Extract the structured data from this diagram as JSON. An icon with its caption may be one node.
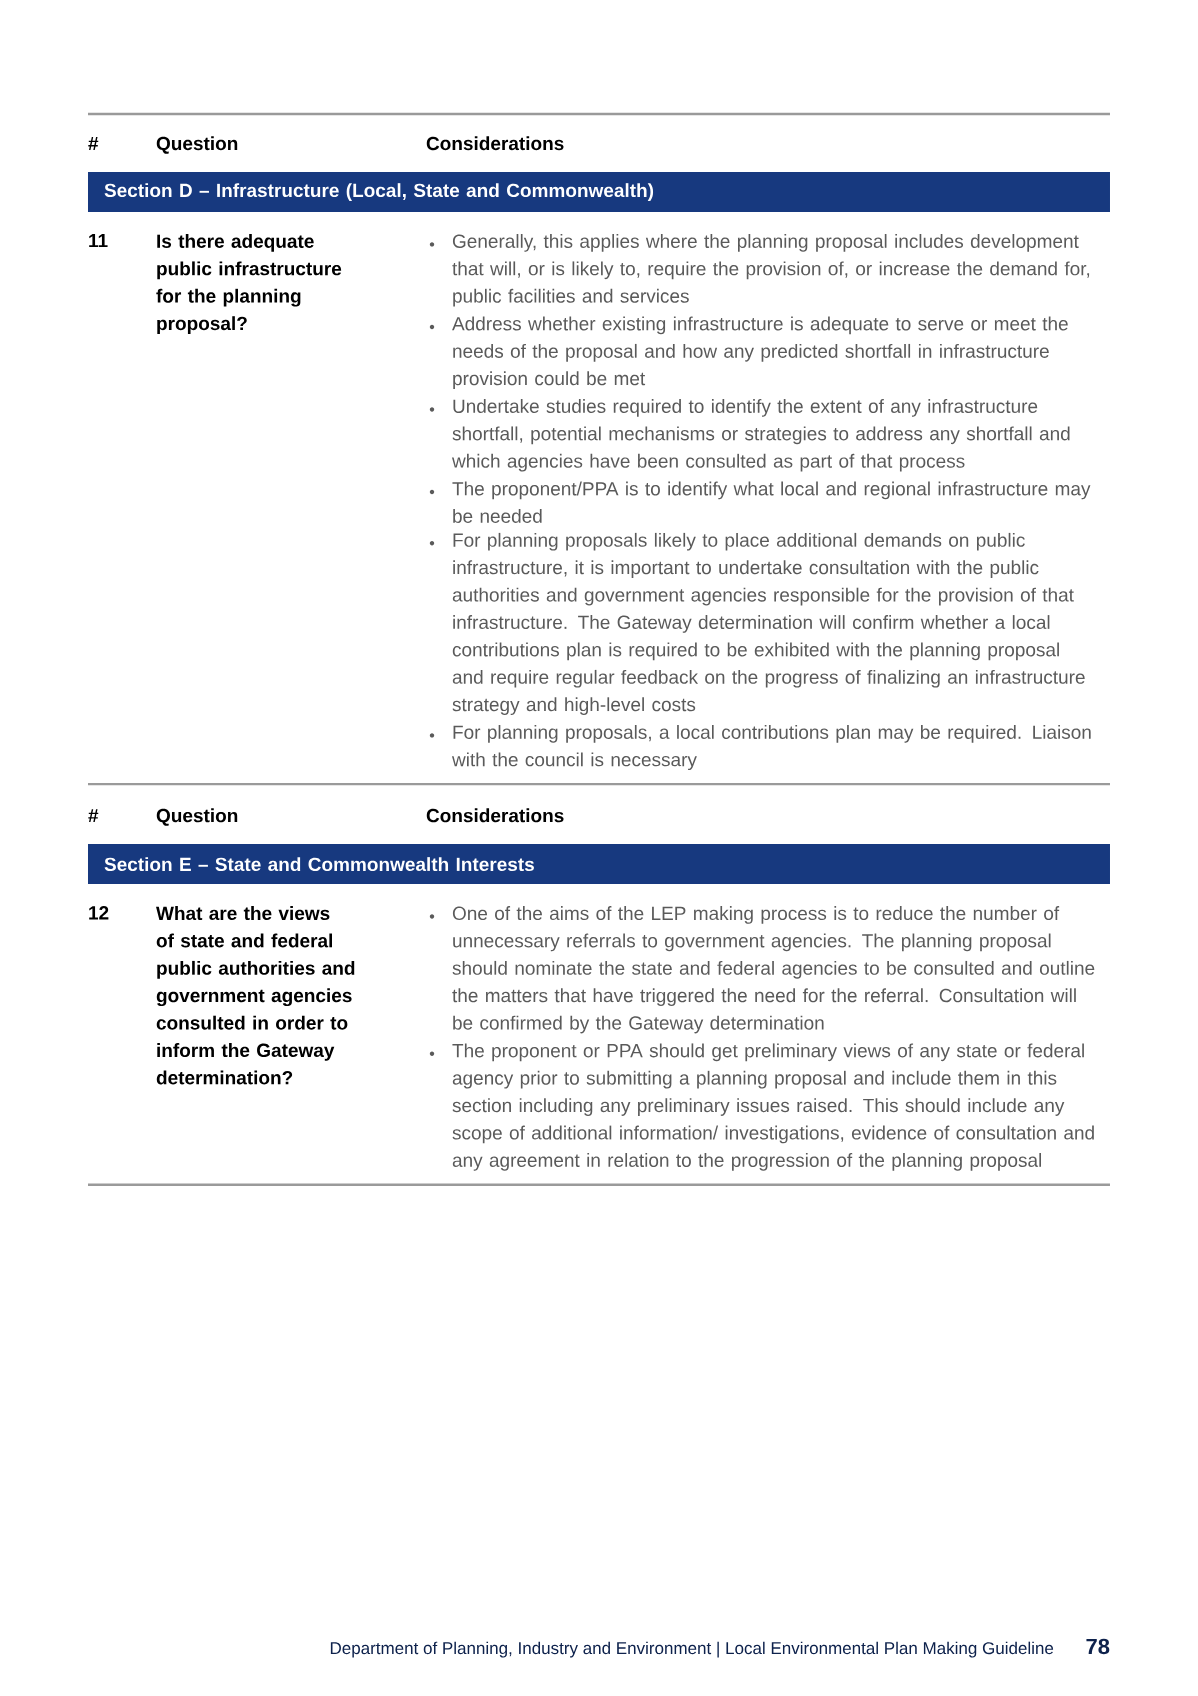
{
  "diagram": {
    "nodes": [
      {
        "text": [
          "Section D – Infrastructure (Local, State and Commonwealth)"
        ]
      },
      {
        "text": [
          "Section E – State and Commonwealth Interests"
        ]
      }
    ],
    "labels": [
      "#",
      "Question",
      "Considerations",
      "11",
      "Is there adequate public infrastructure for the planning proposal?",
      "Generally, this applies where the planning proposal includes development that will, or is likely to, require the provision of, or increase the demand for, public facilities and services",
      "Address whether existing infrastructure is adequate to serve or meet the needs of the proposal and how any predicted shortfall in infrastructure provision could be met",
      "Undertake studies required to identify the extent of any infrastructure shortfall, potential mechanisms or strategies to address any shortfall and which agencies have been consulted as part of that process",
      "The proponent/PPA is to identify what local and regional infrastructure may be needed",
      "For planning proposals likely to place additional demands on public infrastructure, it is important to undertake consultation with the public authorities and government agencies responsible for the provision of that infrastructure. The Gateway determination will confirm whether a local contributions plan is required to be exhibited with the planning proposal and require regular feedback on the progress of finalizing an infrastructure strategy and high-level costs",
      "For planning proposals, a local contributions plan may be required. Liaison with the council is necessary",
      "#",
      "Question",
      "Considerations",
      "12",
      "What are the views of state and federal public authorities and government agencies consulted in order to inform the Gateway determination?",
      "One of the aims of the LEP making process is to reduce the number of unnecessary referrals to government agencies. The planning proposal should nominate the state and federal agencies to be consulted and outline the matters that have triggered the need for the referral. Consultation will be confirmed by the Gateway determination",
      "The proponent or PPA should get preliminary views of any state or federal agency prior to submitting a planning proposal and include them in this section including any preliminary issues raised. This should include any scope of additional information/ investigations, evidence of consultation and any agreement in relation to the progression of the planning proposal",
      "Department of Planning, Industry and Environment | Local Environmental Plan Making Guideline",
      "78"
    ]
  }
}
